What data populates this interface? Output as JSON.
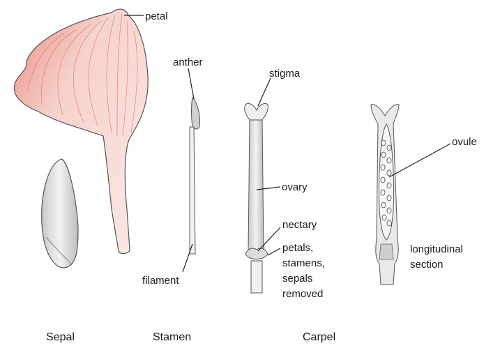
{
  "labels": {
    "petal": "petal",
    "anther": "anther",
    "filament": "filament",
    "stigma": "stigma",
    "ovary": "ovary",
    "nectary": "nectary",
    "removed_line1": "petals,",
    "removed_line2": "stamens,",
    "removed_line3": "sepals",
    "removed_line4": "removed",
    "ovule": "ovule",
    "section_line1": "longitudinal",
    "section_line2": "section"
  },
  "captions": {
    "sepal": "Sepal",
    "stamen": "Stamen",
    "carpel": "Carpel"
  },
  "colors": {
    "petal_fill": "#f4c9c2",
    "petal_edge": "#d9534f",
    "outline": "#444444",
    "shading": "#d8d8d8"
  }
}
